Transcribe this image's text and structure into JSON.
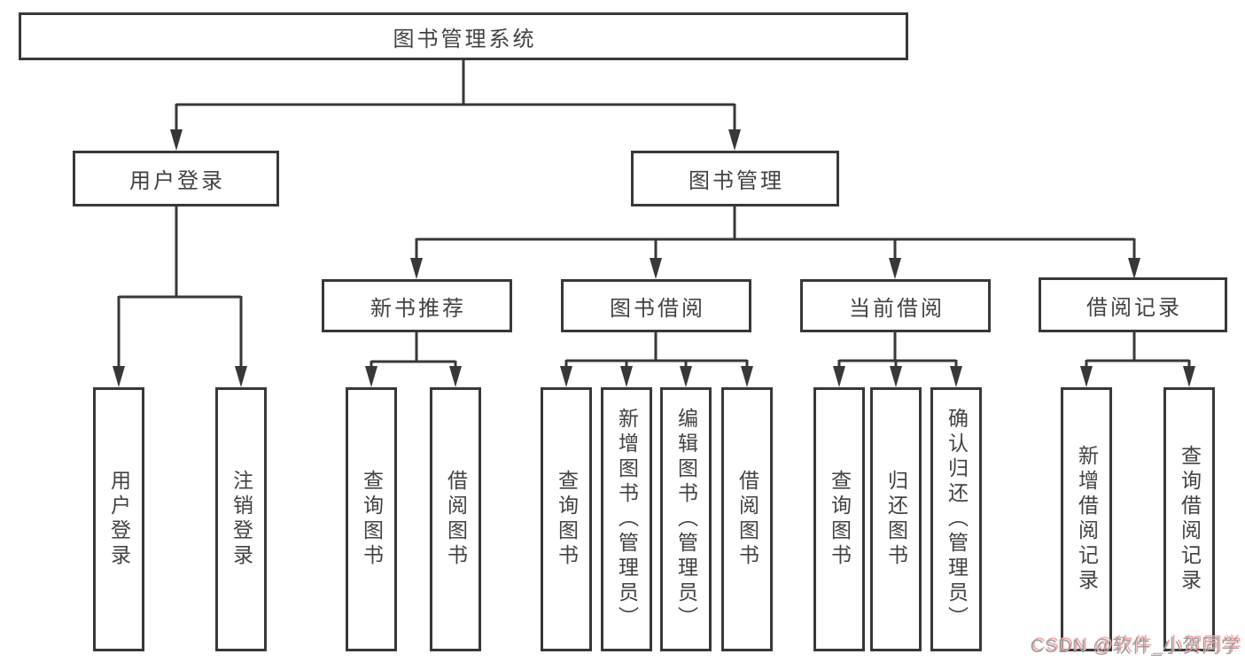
{
  "diagram": {
    "root": {
      "label": "图书管理系统"
    },
    "level2": {
      "user_login": {
        "label": "用户登录"
      },
      "book_mgmt": {
        "label": "图书管理"
      }
    },
    "level3": {
      "new_book_rec": {
        "label": "新书推荐"
      },
      "book_borrow": {
        "label": "图书借阅"
      },
      "current_borrow": {
        "label": "当前借阅"
      },
      "borrow_records": {
        "label": "借阅记录"
      }
    },
    "leaves": {
      "user_login": {
        "label": "用户登录"
      },
      "logout": {
        "label": "注销登录"
      },
      "query_books_a": {
        "label": "查询图书"
      },
      "borrow_books_a": {
        "label": "借阅图书"
      },
      "query_books_b": {
        "label": "查询图书"
      },
      "add_book_admin": {
        "label": "新增图书（管理员）"
      },
      "edit_book_admin": {
        "label": "编辑图书（管理员）"
      },
      "borrow_books_b": {
        "label": "借阅图书"
      },
      "query_books_c": {
        "label": "查询图书"
      },
      "return_book": {
        "label": "归还图书"
      },
      "confirm_return_admin": {
        "label": "确认归还（管理员）"
      },
      "add_borrow_record": {
        "label": "新增借阅记录"
      },
      "query_borrow_record": {
        "label": "查询借阅记录"
      }
    },
    "colors": {
      "line": "#383838",
      "text": "#424242",
      "background": "#ffffff",
      "watermark_text": "#9e9e9e",
      "watermark_shadow": "#fba4a4"
    }
  },
  "watermark": {
    "text": "CSDN @软件_小贺同学"
  }
}
